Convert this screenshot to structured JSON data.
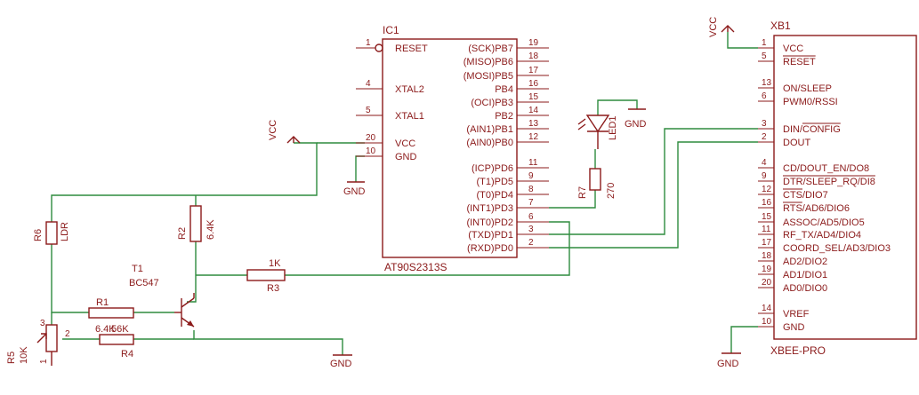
{
  "ic1": {
    "refdes": "IC1",
    "part": "AT90S2313S",
    "left_pins": [
      {
        "num": "1",
        "name": "RESET",
        "overline": false
      },
      {
        "num": "4",
        "name": "XTAL2"
      },
      {
        "num": "5",
        "name": "XTAL1"
      },
      {
        "num": "20",
        "name": "VCC"
      },
      {
        "num": "10",
        "name": "GND"
      }
    ],
    "right_pins": [
      {
        "num": "19",
        "name": "(SCK)PB7"
      },
      {
        "num": "18",
        "name": "(MISO)PB6"
      },
      {
        "num": "17",
        "name": "(MOSI)PB5"
      },
      {
        "num": "16",
        "name": "PB4"
      },
      {
        "num": "15",
        "name": "(OCI)PB3"
      },
      {
        "num": "14",
        "name": "PB2"
      },
      {
        "num": "13",
        "name": "(AIN1)PB1"
      },
      {
        "num": "12",
        "name": "(AIN0)PB0"
      },
      {
        "num": "11",
        "name": "(ICP)PD6"
      },
      {
        "num": "9",
        "name": "(T1)PD5"
      },
      {
        "num": "8",
        "name": "(T0)PD4"
      },
      {
        "num": "7",
        "name": "(INT1)PD3"
      },
      {
        "num": "6",
        "name": "(INT0)PD2"
      },
      {
        "num": "3",
        "name": "(TXD)PD1"
      },
      {
        "num": "2",
        "name": "(RXD)PD0"
      }
    ]
  },
  "xbee": {
    "refdes": "XB1",
    "part": "XBEE-PRO",
    "pins": [
      {
        "num": "1",
        "name": "VCC"
      },
      {
        "num": "5",
        "name": "RESET"
      },
      {
        "num": "13",
        "name": "ON/SLEEP"
      },
      {
        "num": "6",
        "name": "PWM0/RSSI"
      },
      {
        "num": "3",
        "name": "DIN/CONFIG"
      },
      {
        "num": "2",
        "name": "DOUT"
      },
      {
        "num": "4",
        "name": "CD/DOUT_EN/DO8"
      },
      {
        "num": "9",
        "name": "DTR/SLEEP_RQ/DI8"
      },
      {
        "num": "12",
        "name": "CTS/DIO7"
      },
      {
        "num": "16",
        "name": "RTS/AD6/DIO6"
      },
      {
        "num": "15",
        "name": "ASSOC/AD5/DIO5"
      },
      {
        "num": "11",
        "name": "RF_TX/AD4/DIO4"
      },
      {
        "num": "17",
        "name": "COORD_SEL/AD3/DIO3"
      },
      {
        "num": "18",
        "name": "AD2/DIO2"
      },
      {
        "num": "19",
        "name": "AD1/DIO1"
      },
      {
        "num": "20",
        "name": "AD0/DIO0"
      },
      {
        "num": "14",
        "name": "VREF"
      },
      {
        "num": "10",
        "name": "GND"
      }
    ]
  },
  "supply": {
    "vcc": "VCC",
    "gnd": "GND"
  },
  "components": {
    "led1": {
      "refdes": "LED1"
    },
    "r7": {
      "refdes": "R7",
      "value": "270"
    },
    "r2": {
      "refdes": "R2",
      "value": "6.4K"
    },
    "r6": {
      "refdes": "R6",
      "value": "LDR"
    },
    "r3": {
      "refdes": "R3",
      "value": "1K"
    },
    "r1": {
      "refdes": "R1",
      "value": "6.4K"
    },
    "r4": {
      "refdes": "R4",
      "value": "56K"
    },
    "r5": {
      "refdes": "R5",
      "value": "10K",
      "pin1": "1",
      "pin2": "2",
      "pin3": "3"
    },
    "t1": {
      "refdes": "T1",
      "value": "BC547"
    }
  },
  "colors": {
    "part": "#8b1a1a",
    "wire": "#2e8b3e"
  }
}
